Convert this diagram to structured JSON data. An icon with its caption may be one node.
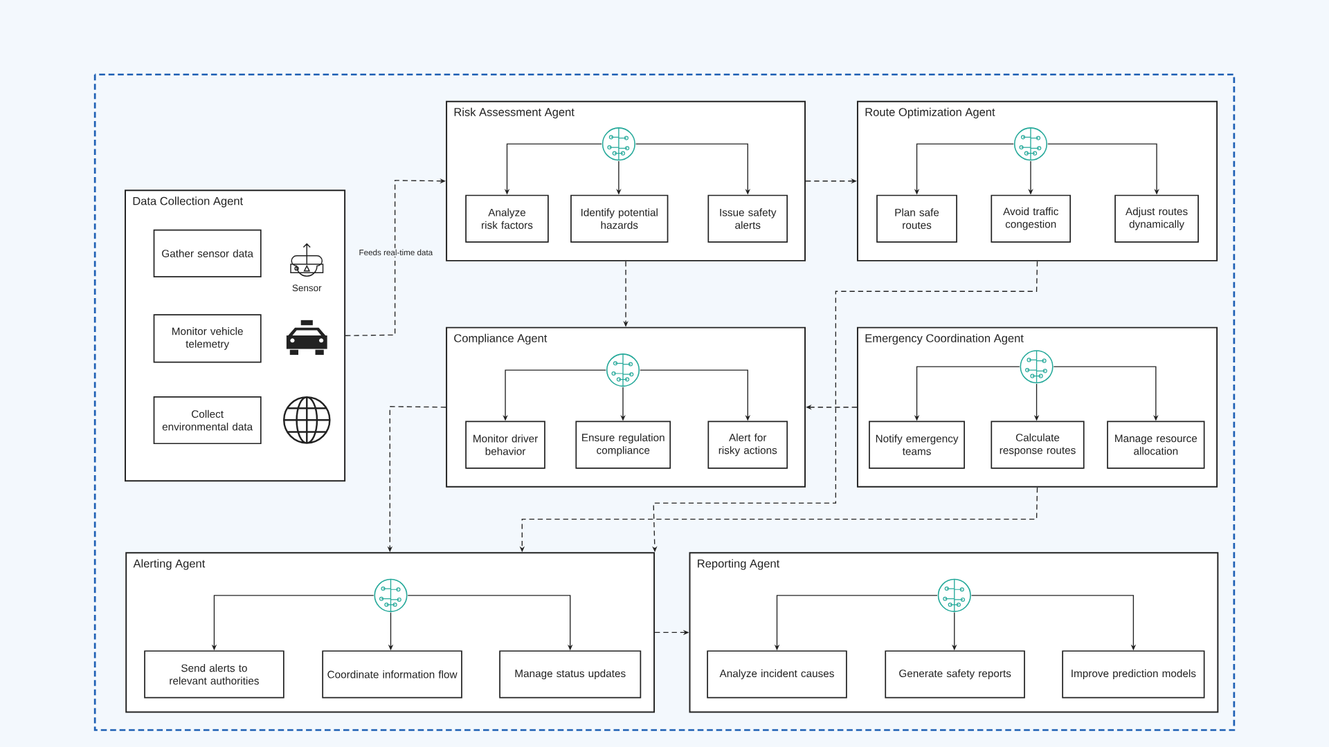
{
  "diagram": {
    "nodes": [
      {
        "text": [
          "Data Collection Agent"
        ]
      },
      {
        "text": [
          "Gather sensor data"
        ],
        "in": 0
      },
      {
        "text": [
          "Monitor vehicle telemetry"
        ],
        "in": 0
      },
      {
        "text": [
          "Collect environmental data"
        ],
        "in": 0
      },
      {
        "text": [
          "Risk Assessment Agent"
        ]
      },
      {
        "text": [],
        "shape": "picture",
        "in": 4
      },
      {
        "text": [
          "Analyze risk factors"
        ],
        "in": 4
      },
      {
        "text": [
          "Identify potential hazards"
        ],
        "in": 4
      },
      {
        "text": [
          "Issue safety alerts"
        ],
        "in": 4
      },
      {
        "text": [
          "Route Optimization Agent"
        ]
      },
      {
        "text": [],
        "shape": "picture",
        "in": 9
      },
      {
        "text": [
          "Plan safe routes"
        ],
        "in": 9
      },
      {
        "text": [
          "Avoid traffic congestion"
        ],
        "in": 9
      },
      {
        "text": [
          "Adjust routes dynamically"
        ],
        "in": 9
      },
      {
        "text": [
          "Compliance Agent"
        ]
      },
      {
        "text": [],
        "shape": "picture",
        "in": 14
      },
      {
        "text": [
          "Monitor driver behavior"
        ],
        "in": 14
      },
      {
        "text": [
          "Ensure regulation compliance"
        ],
        "in": 14
      },
      {
        "text": [
          "Alert for risky actions"
        ],
        "in": 14
      },
      {
        "text": [
          "Emergency Coordination Agent"
        ]
      },
      {
        "text": [],
        "shape": "picture",
        "in": 19
      },
      {
        "text": [
          "Notify emergency teams"
        ],
        "in": 19
      },
      {
        "text": [
          "Calculate response routes"
        ],
        "in": 19
      },
      {
        "text": [
          "Manage resource allocation"
        ],
        "in": 19
      },
      {
        "text": [
          "Alerting Agent"
        ]
      },
      {
        "text": [],
        "shape": "picture",
        "in": 24
      },
      {
        "text": [
          "Send alerts to relevant authorities"
        ],
        "in": 24
      },
      {
        "text": [
          "Coordinate information flow"
        ],
        "in": 24
      },
      {
        "text": [
          "Manage status updates"
        ],
        "in": 24
      },
      {
        "text": [
          "Reporting Agent"
        ]
      },
      {
        "text": [],
        "shape": "picture",
        "in": 29
      },
      {
        "text": [
          "Analyze incident causes"
        ],
        "in": 29
      },
      {
        "text": [
          "Generate safety reports"
        ],
        "in": 29
      },
      {
        "text": [
          "Improve prediction models"
        ],
        "in": 29
      }
    ],
    "edges": [
      {
        "from": 0,
        "to": 4,
        "arrow": "to",
        "style": "dashed",
        "label": "Feeds real-time data"
      },
      {
        "from": 4,
        "to": 9,
        "arrow": "to",
        "style": "dashed"
      },
      {
        "from": 4,
        "to": 14,
        "arrow": "to",
        "style": "dashed"
      },
      {
        "from": 9,
        "to": 24,
        "arrow": "to",
        "style": "dashed"
      },
      {
        "from": 19,
        "to": 14,
        "arrow": "to",
        "style": "dashed"
      },
      {
        "from": 14,
        "to": 24,
        "arrow": "to",
        "style": "dashed"
      },
      {
        "from": 19,
        "to": 24,
        "arrow": "to",
        "style": "dashed"
      },
      {
        "from": 24,
        "to": 29,
        "arrow": "to",
        "style": "dashed"
      },
      {
        "from": 5,
        "to": 6,
        "arrow": "to"
      },
      {
        "from": 5,
        "to": 7,
        "arrow": "to"
      },
      {
        "from": 5,
        "to": 8,
        "arrow": "to"
      },
      {
        "from": 10,
        "to": 11,
        "arrow": "to"
      },
      {
        "from": 10,
        "to": 12,
        "arrow": "to"
      },
      {
        "from": 10,
        "to": 13,
        "arrow": "to"
      },
      {
        "from": 15,
        "to": 16,
        "arrow": "to"
      },
      {
        "from": 15,
        "to": 17,
        "arrow": "to"
      },
      {
        "from": 15,
        "to": 18,
        "arrow": "to"
      },
      {
        "from": 20,
        "to": 21,
        "arrow": "to"
      },
      {
        "from": 20,
        "to": 22,
        "arrow": "to"
      },
      {
        "from": 20,
        "to": 23,
        "arrow": "to"
      },
      {
        "from": 25,
        "to": 26,
        "arrow": "to"
      },
      {
        "from": 25,
        "to": 27,
        "arrow": "to"
      },
      {
        "from": 25,
        "to": 28,
        "arrow": "to"
      },
      {
        "from": 30,
        "to": 31,
        "arrow": "to"
      },
      {
        "from": 30,
        "to": 32,
        "arrow": "to"
      },
      {
        "from": 30,
        "to": 33,
        "arrow": "to"
      }
    ],
    "labels": [
      "Sensor"
    ]
  }
}
